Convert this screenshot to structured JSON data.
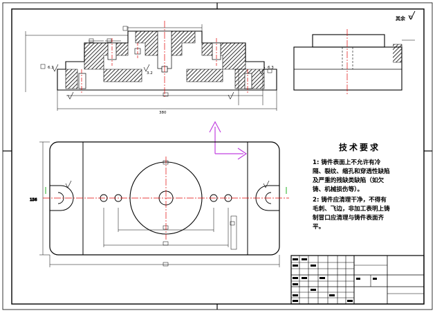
{
  "roughness_note": "其余",
  "technical_requirements": {
    "title": "技术要求",
    "lines": [
      "1: 铸件表面上不允许有冷",
      "隔、裂纹、缩孔和穿透性缺陷",
      "及严重的残缺类缺陷（如欠",
      "铸、机械损伤等）。",
      "2: 铸件应清理干净，不得有",
      "毛刺、飞边，非加工表明上铸",
      "制冒口应清理与铸件表面齐",
      "平。"
    ]
  },
  "dimensions": {
    "overall_length": "380",
    "overall_width": "156",
    "surface_finish_left": "6.3",
    "surface_finish_right": "6.3",
    "surface_finish_small": "3.2"
  },
  "colors": {
    "line": "#000000",
    "centerline": "#e00000",
    "axis_marker": "#c040e0",
    "section_hatch": "#000000"
  }
}
